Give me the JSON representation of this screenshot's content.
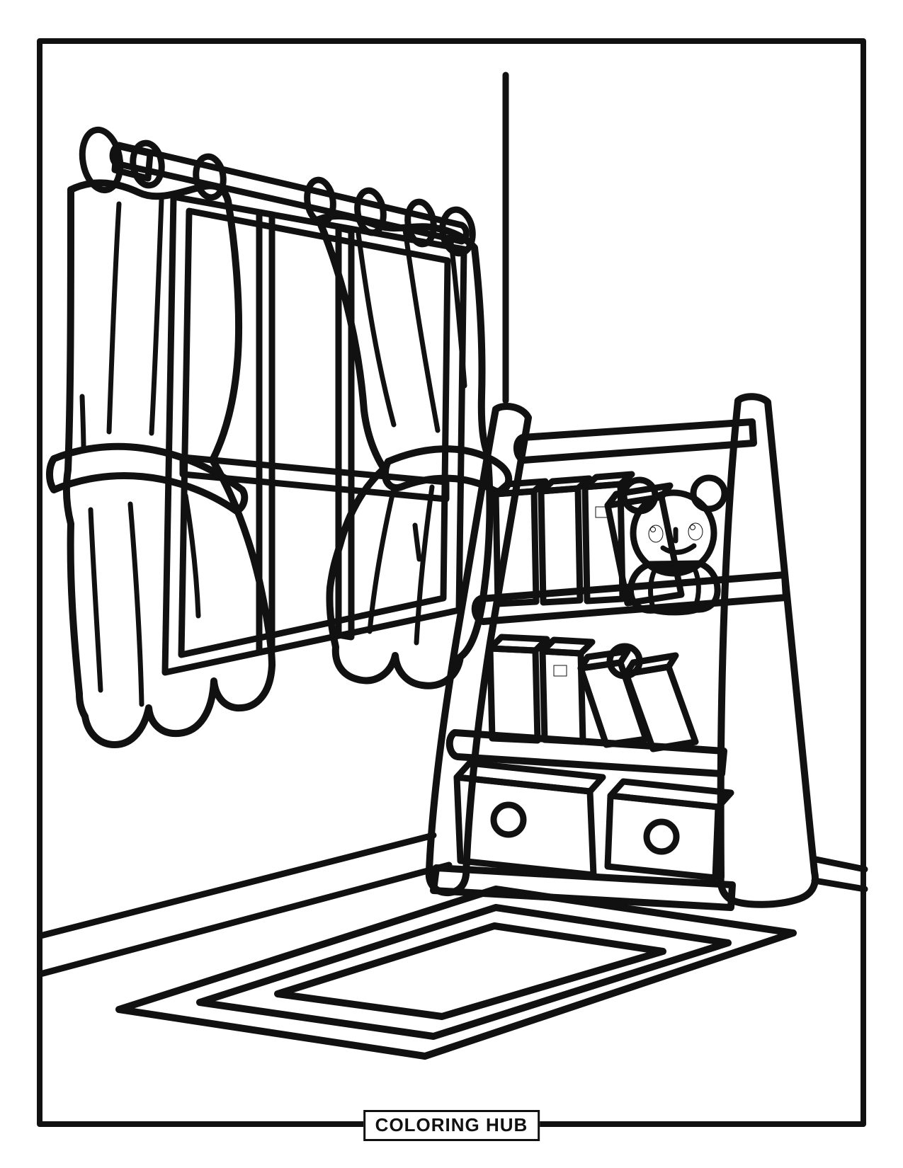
{
  "page": {
    "background_color": "#ffffff",
    "line_color": "#111111"
  },
  "footer": {
    "brand": "COLORING HUB"
  },
  "scene": {
    "description": "Black and white coloring page of a room corner with a curtained window, a bookshelf with books, a teddy bear, a ball, two storage drawers, and an area rug on the floor.",
    "labels": {
      "border": "Page border",
      "corner": "Room corner wall line",
      "baseboard_left": "Left wall baseboard",
      "baseboard_right": "Right wall baseboard",
      "window": "Window with four panes",
      "rod": "Curtain rod with rings and finial",
      "curtain_left": "Left tied-back curtain",
      "curtain_right": "Right tied-back curtain",
      "bookshelf": "Slanted-leg bookshelf",
      "books_top": "Books on top shelf",
      "books_middle": "Books on middle shelf",
      "ball": "Small ball",
      "teddy_bear": "Teddy bear",
      "drawers": "Two storage drawers with round knobs",
      "rug": "Area rug with nested borders"
    }
  }
}
